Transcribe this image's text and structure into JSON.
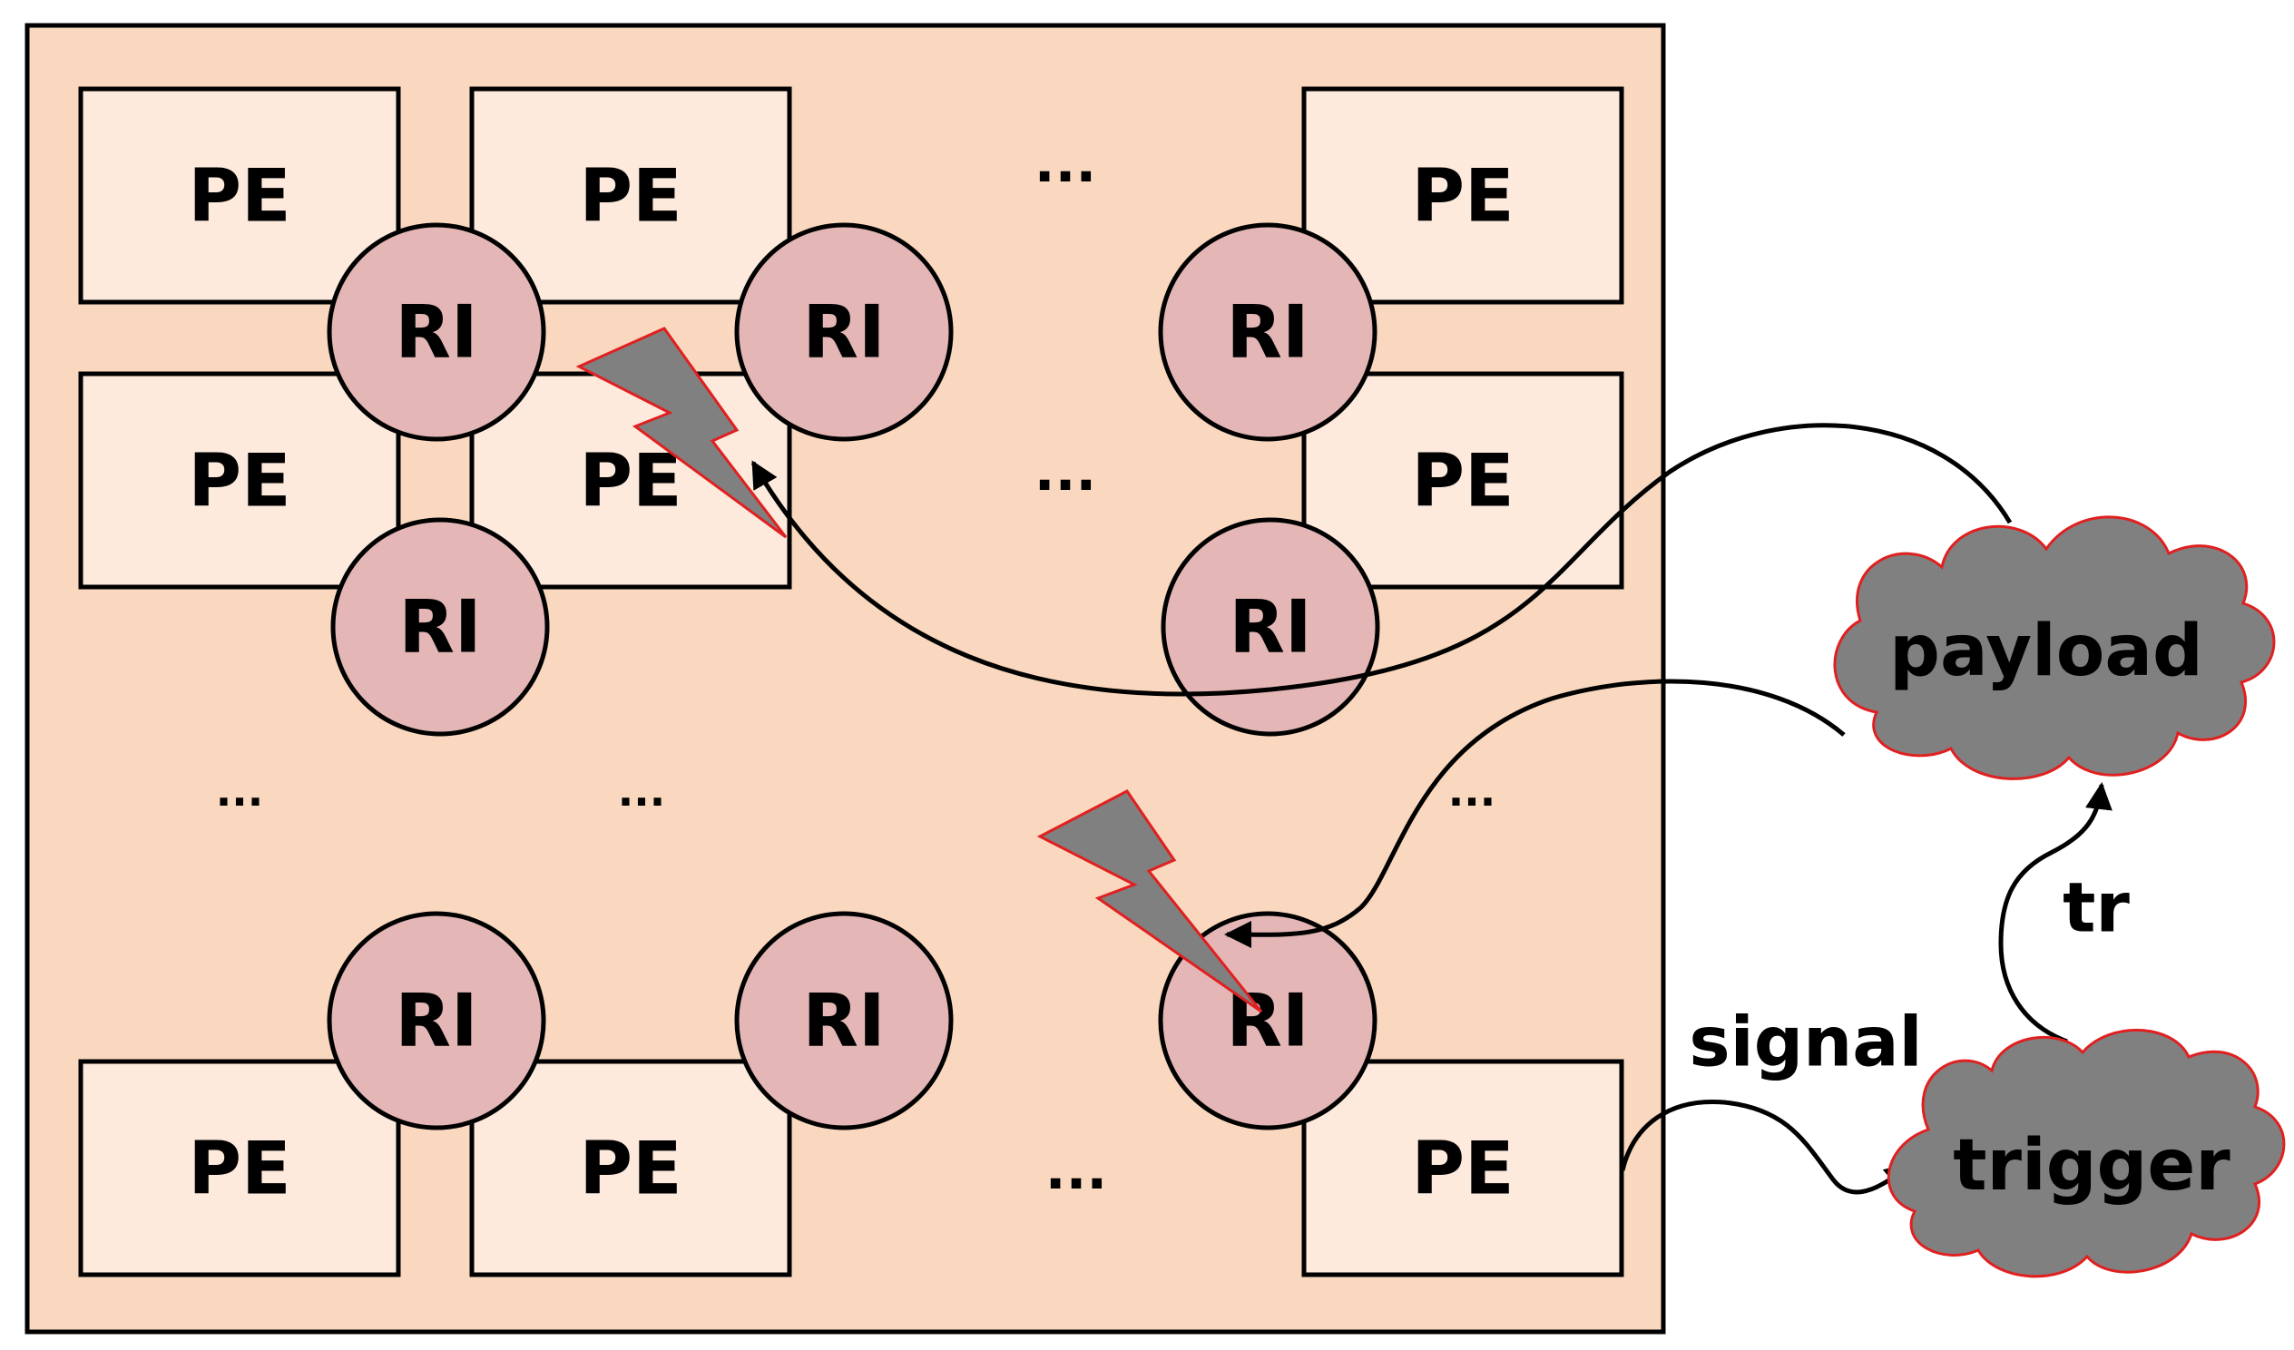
{
  "colors": {
    "chip_fill": "#f9d8bf",
    "pe_fill": "#fdeadd",
    "ri_fill": "#e4b7b6",
    "cloud_fill": "#808080",
    "cloud_stroke": "#e02020",
    "bolt_fill": "#808080",
    "bolt_stroke": "#e02020",
    "line": "#000000"
  },
  "pe_label": "PE",
  "ri_label": "RI",
  "ellipsis": "...",
  "payload_label": "payload",
  "trigger_label": "trigger",
  "signal_label": "signal",
  "tr_label": "tr"
}
